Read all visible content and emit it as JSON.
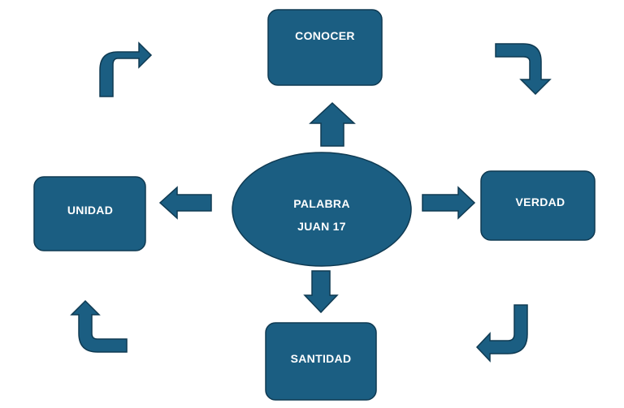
{
  "diagram": {
    "center": {
      "line1": "PALABRA",
      "line2": "JUAN 17"
    },
    "nodes": {
      "top": "CONOCER",
      "right": "VERDAD",
      "bottom": "SANTIDAD",
      "left": "UNIDAD"
    }
  },
  "colors": {
    "fill": "#1b5e82",
    "stroke": "#0f3a52",
    "text": "#ffffff",
    "background": "#ffffff"
  }
}
